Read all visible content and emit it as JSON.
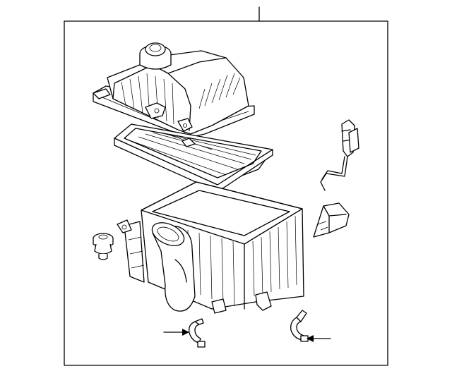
{
  "diagram": {
    "background": "#ffffff",
    "line_color": "#000000",
    "parts": [
      {
        "name": "air-cleaner-assembly",
        "callout": "leader-line"
      },
      {
        "name": "upper-cover"
      },
      {
        "name": "air-filter-element"
      },
      {
        "name": "lower-housing"
      },
      {
        "name": "mounting-grommet"
      },
      {
        "name": "resonator-bracket"
      },
      {
        "name": "intake-duct-piece"
      },
      {
        "name": "clip-left",
        "pointer": "arrow-right"
      },
      {
        "name": "clip-right",
        "pointer": "arrow-left"
      }
    ]
  }
}
